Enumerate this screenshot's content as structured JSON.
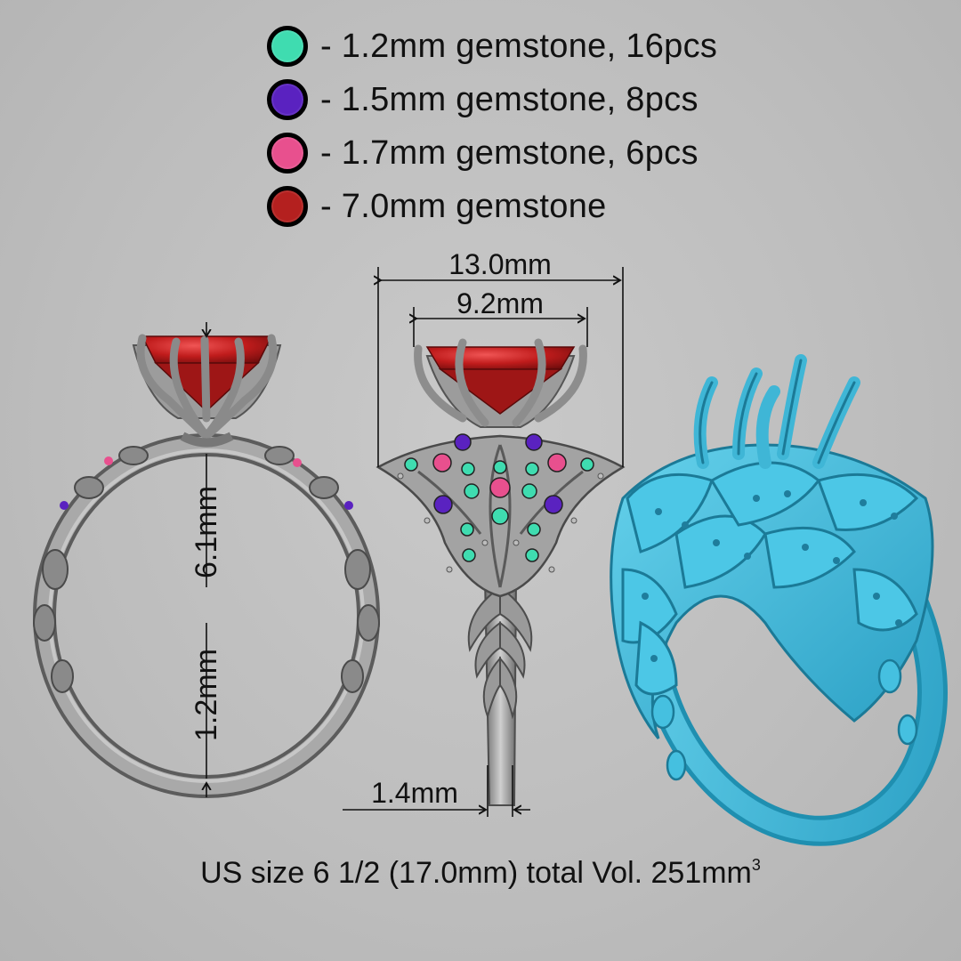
{
  "legend": [
    {
      "color": "#3fdcb0",
      "label": "- 1.2mm gemstone, 16pcs"
    },
    {
      "color": "#5a22c0",
      "label": "- 1.5mm gemstone, 8pcs"
    },
    {
      "color": "#e8508e",
      "label": "- 1.7mm gemstone, 6pcs"
    },
    {
      "color": "#b4201f",
      "label": "- 7.0mm gemstone"
    }
  ],
  "dimensions": {
    "outer_width": "13.0mm",
    "stone_width": "9.2mm",
    "height_top": "6.1mm",
    "band_thickness": "1.2mm",
    "shank_width": "1.4mm"
  },
  "caption": {
    "text": "US size 6 1/2 (17.0mm) total Vol. 251mm",
    "sup": "3"
  },
  "colors": {
    "metal": "#a6a6a6",
    "wax": "#3fb6d6",
    "ruby": "#b4201f"
  }
}
